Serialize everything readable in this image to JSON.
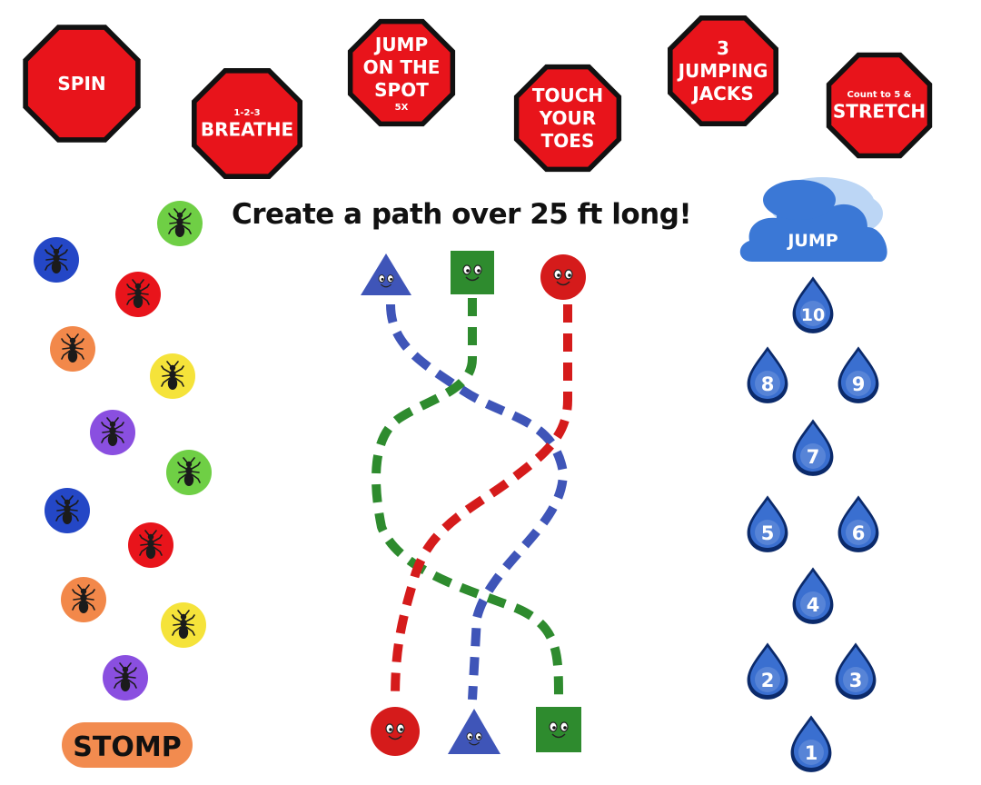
{
  "colors": {
    "stop_red": "#e8141b",
    "ant_green": "#6fcf45",
    "ant_blue": "#2447c6",
    "ant_red": "#e8141b",
    "ant_orange": "#f2884a",
    "ant_yellow": "#f5e33a",
    "ant_purple": "#8a4fe0",
    "path_blue": "#3f55b8",
    "path_green": "#2e8b2e",
    "path_red": "#d51b1b",
    "drop_blue": "#3a6fd0",
    "cloud_blue": "#3b78d6",
    "stomp_orange": "#f28b4f"
  },
  "stop_signs": [
    {
      "lines": [
        "SPIN"
      ],
      "small": []
    },
    {
      "lines": [
        "1-2-3",
        "BREATHE"
      ],
      "small": [
        0
      ]
    },
    {
      "lines": [
        "JUMP",
        "ON THE",
        "SPOT",
        "5X"
      ],
      "small": [
        3
      ]
    },
    {
      "lines": [
        "TOUCH",
        "YOUR",
        "TOES"
      ],
      "small": []
    },
    {
      "lines": [
        "3",
        "JUMPING",
        "JACKS"
      ],
      "small": []
    },
    {
      "lines": [
        "Count to 5 &",
        "STRETCH"
      ],
      "small": [
        0
      ]
    }
  ],
  "title": "Create a path over 25 ft long!",
  "ants": [
    {
      "color": "ant_green"
    },
    {
      "color": "ant_blue"
    },
    {
      "color": "ant_red"
    },
    {
      "color": "ant_orange"
    },
    {
      "color": "ant_yellow"
    },
    {
      "color": "ant_purple"
    },
    {
      "color": "ant_green"
    },
    {
      "color": "ant_blue"
    },
    {
      "color": "ant_red"
    },
    {
      "color": "ant_orange"
    },
    {
      "color": "ant_yellow"
    },
    {
      "color": "ant_purple"
    }
  ],
  "stomp_label": "STOMP",
  "cloud_label": "JUMP",
  "raindrops": [
    "10",
    "8",
    "9",
    "7",
    "5",
    "6",
    "4",
    "2",
    "3",
    "1"
  ],
  "path_icons_top": [
    "triangle-face-icon",
    "square-face-icon",
    "circle-face-icon"
  ],
  "path_icons_bottom": [
    "circle-face-icon",
    "triangle-face-icon",
    "square-face-icon"
  ]
}
